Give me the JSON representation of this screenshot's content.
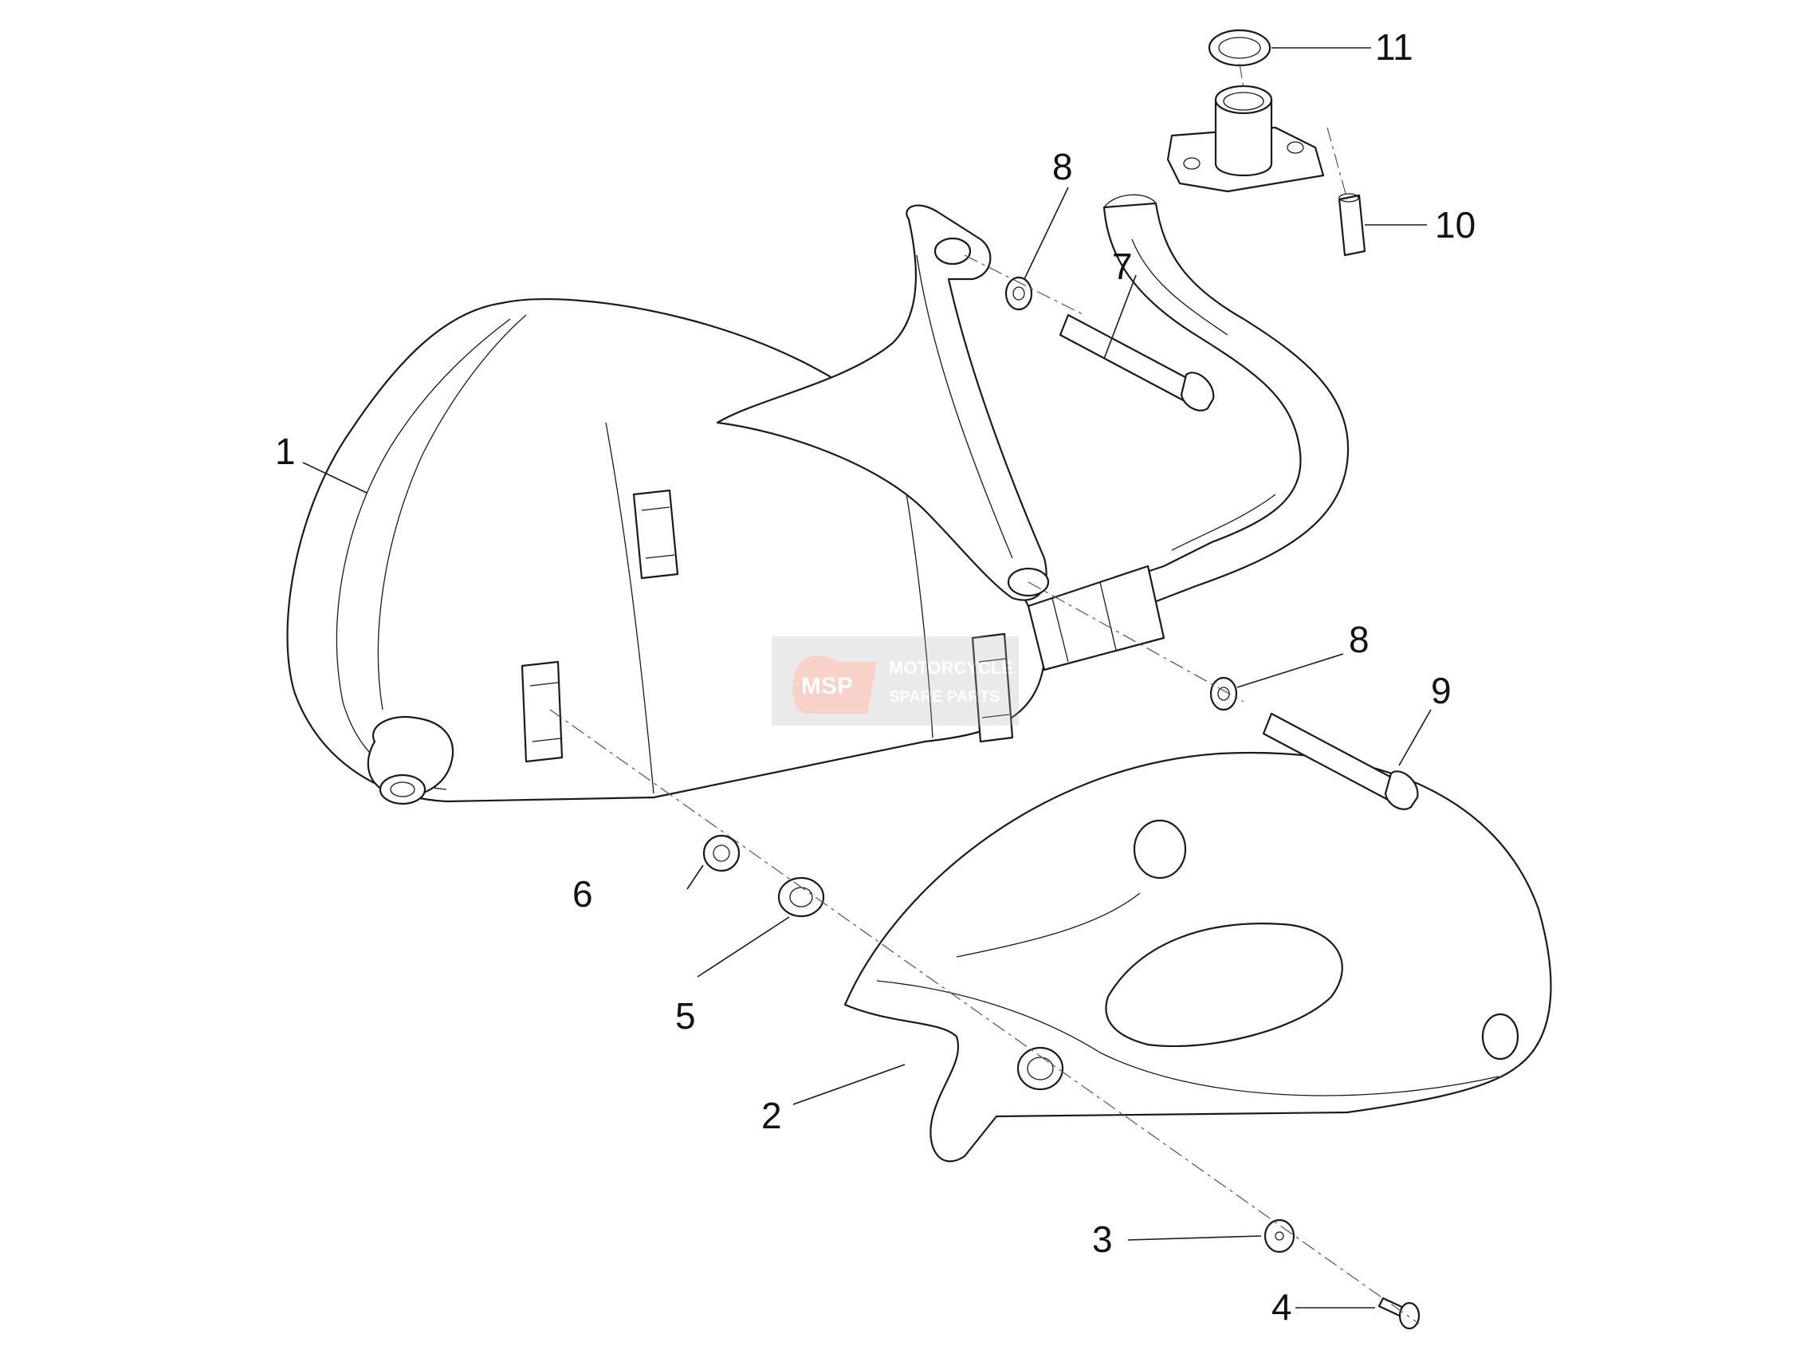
{
  "callouts": [
    {
      "id": "c1",
      "label": "1"
    },
    {
      "id": "c2",
      "label": "2"
    },
    {
      "id": "c3",
      "label": "3"
    },
    {
      "id": "c4",
      "label": "4"
    },
    {
      "id": "c5",
      "label": "5"
    },
    {
      "id": "c6",
      "label": "6"
    },
    {
      "id": "c7",
      "label": "7"
    },
    {
      "id": "c8a",
      "label": "8"
    },
    {
      "id": "c8b",
      "label": "8"
    },
    {
      "id": "c9",
      "label": "9"
    },
    {
      "id": "c10",
      "label": "10"
    },
    {
      "id": "c11",
      "label": "11"
    }
  ],
  "watermark": {
    "logo_text": "MSP",
    "line1": "MOTORCYCLE",
    "line2": "SPARE PARTS",
    "accent_color": "#e8603c"
  }
}
